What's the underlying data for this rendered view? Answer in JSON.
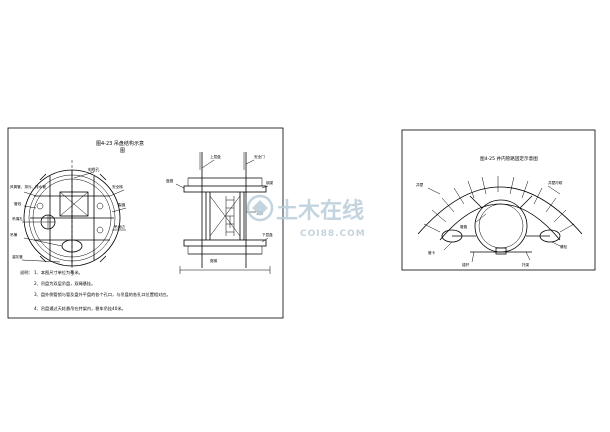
{
  "left_figure": {
    "title": "图4-23  吊盘结构示意",
    "title_line2": "图",
    "plan_labels": {
      "cable_hole": "电缆孔",
      "exhaust_duct": "风筒管、排污、排水管",
      "pipe_line": "管线",
      "hanging_rope_hole": "吊绳孔",
      "bucket": "吊桶",
      "safety_ladder": "安全梯",
      "crack": "裂缝",
      "platform_edge": "吊盘边",
      "chute": "溜灰管"
    },
    "section_labels": {
      "upper_deck": "上层盘",
      "lower_deck": "下层盘",
      "safety_door": "安全门",
      "steel_beam": "钢梁",
      "platform_ring": "盘圈",
      "ladder": "爬梯",
      "column": "立柱"
    },
    "notes_title": "说明：",
    "notes": [
      "1、本图尺寸单位为毫米。",
      "2、吊盘为双层吊盘，双绳悬挂。",
      "3、盘外侧管锁与管及盘外平盘的各个孔口，与吊盘的各孔口位置相对应。",
      "4、吊盘通过天轮悬吊在井架内，稳车吊挂40米。"
    ]
  },
  "right_figure": {
    "title": "图4-25  井内管路固定示意图",
    "labels": {
      "shaft_wall": "井壁",
      "pipe_support": "管卡",
      "anchor_bolt": "锚杆",
      "pipe": "管路",
      "bracket": "托架",
      "shaft_lining": "井壁衬砌",
      "bolt": "螺栓"
    }
  },
  "watermark": {
    "brand_cn": "土木在线",
    "brand_en": "COI88.COM",
    "color": "#b9cdd9"
  }
}
